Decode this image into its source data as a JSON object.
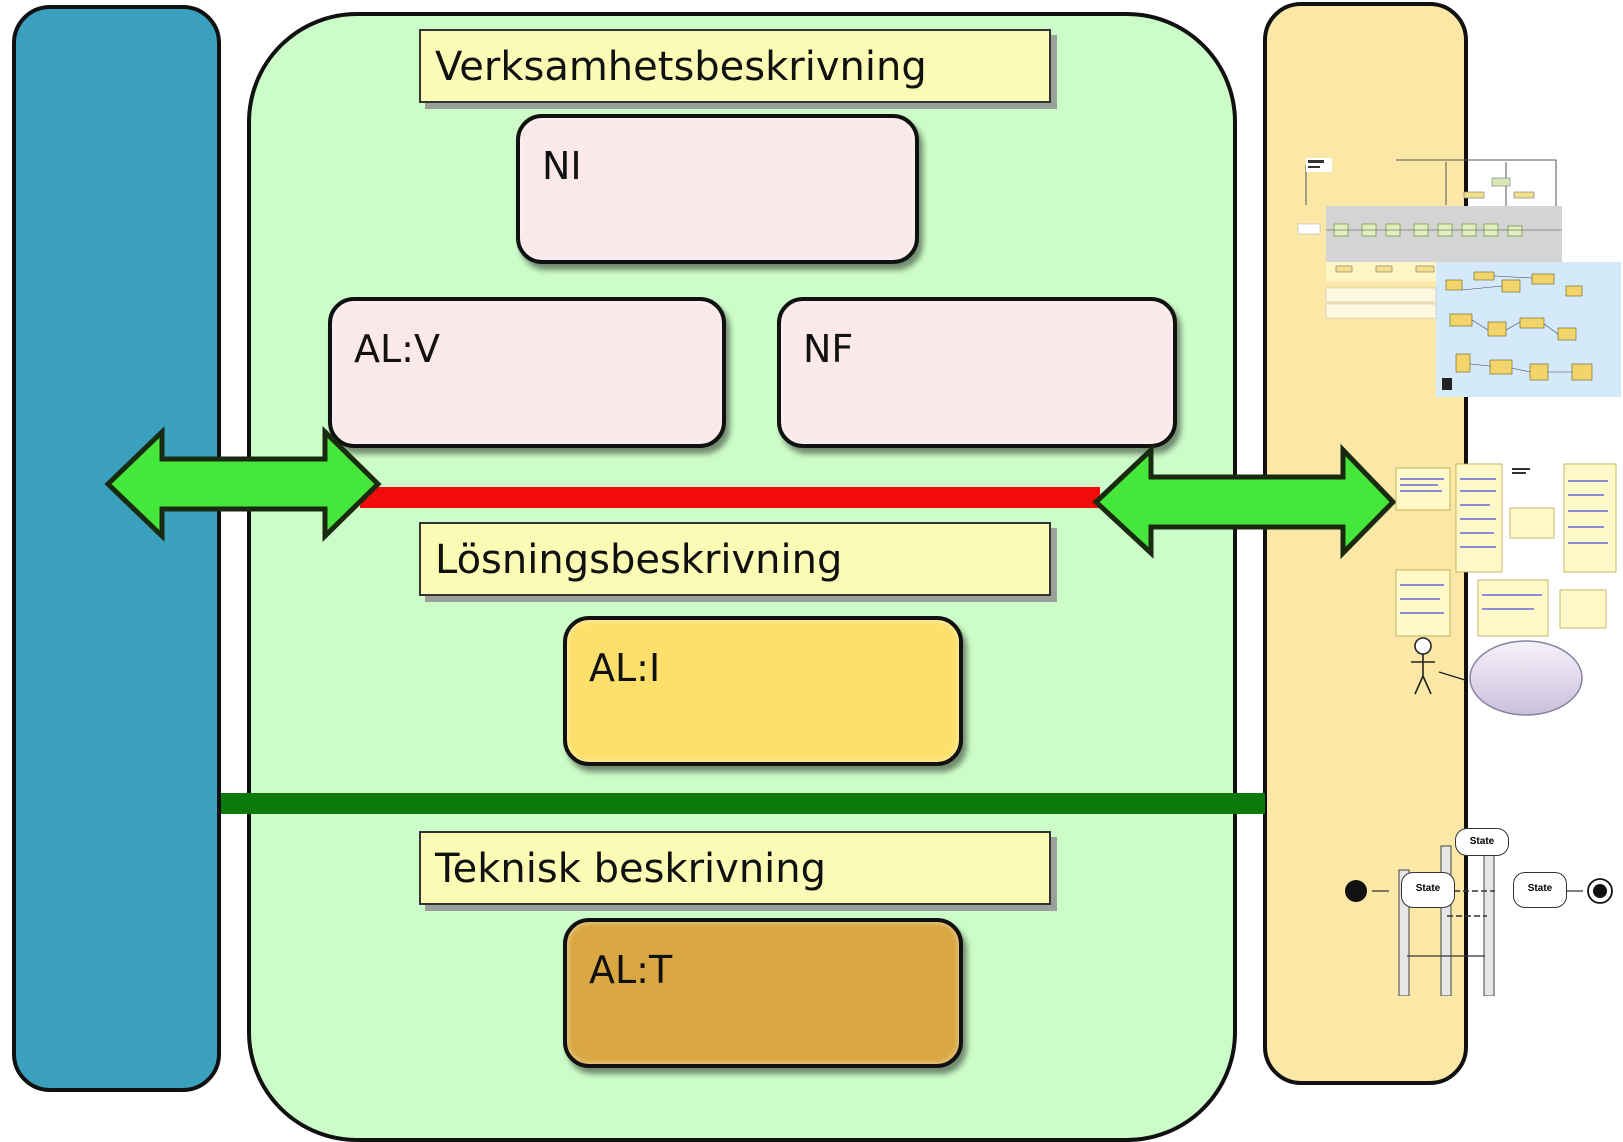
{
  "sections": {
    "business": "Verksamhetsbeskrivning",
    "solution": "Lösningsbeskrivning",
    "technical": "Teknisk beskrivning"
  },
  "boxes": {
    "ni": "NI",
    "alv": "AL:V",
    "nf": "NF",
    "ali": "AL:I",
    "alt": "AL:T"
  },
  "state_diagram": {
    "state_1": "State",
    "state_2": "State",
    "state_3": "State"
  },
  "colors": {
    "left_pillar": "#3aa0bd",
    "center_panel": "#ccfcc8",
    "right_pillar": "#fbe7a6",
    "red_line": "#f20b0b",
    "green_line": "#0b7a0b",
    "arrows": "#45e83a"
  }
}
